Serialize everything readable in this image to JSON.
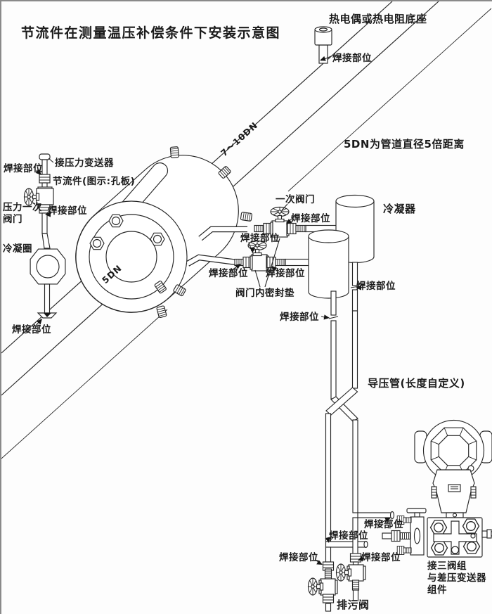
{
  "title": "节流件在测量温压补偿条件下安装示意图",
  "labels": {
    "weld_spot": "焊接部位",
    "thermowell_base": "热电偶或热电阻底座",
    "upstream_run": "7～10DN",
    "pipe_distance_note": "5DN为管道直径5倍距离",
    "pressure_transmitter_conn": "接压力变送器",
    "throttling_element": "节流件(图示:孔板)",
    "pressure_primary_valve_l1": "压力一次",
    "pressure_primary_valve_l2": "阀门",
    "condensate_ring": "冷凝圈",
    "downstream_run": "5DN",
    "primary_valve": "一次阀门",
    "valve_inner_gasket": "阀门内密封垫",
    "condenser": "冷凝器",
    "impulse_pipe": "导压管(长度自定义)",
    "manifold_l1": "接三阀组",
    "manifold_l2": "与差压变送器",
    "manifold_l3": "组件",
    "drain_valve": "排污阀"
  }
}
